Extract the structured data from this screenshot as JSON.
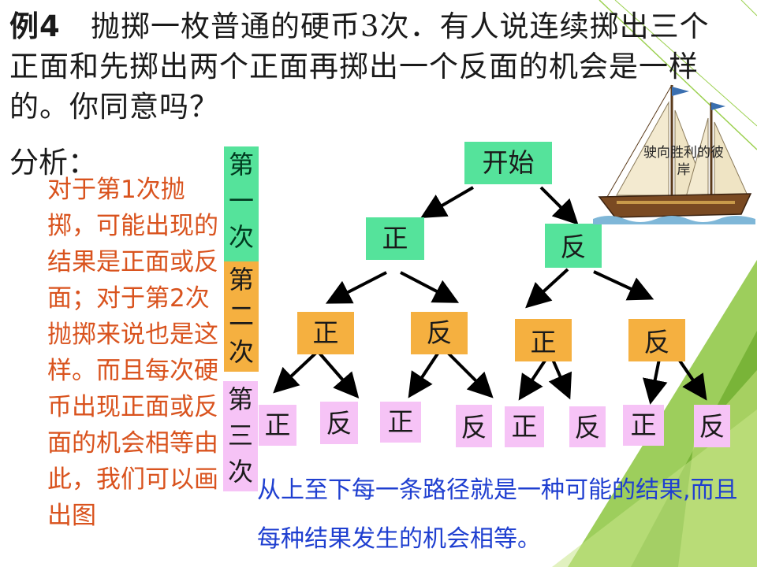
{
  "slide": {
    "example_label": "例4",
    "problem": "抛掷一枚普通的硬币3次．有人说连续掷出三个正面和先掷出两个正面再掷出一个反面的机会是一样的。你同意吗？",
    "analysis_label": "分析：",
    "analysis_text": "对于第1次抛掷，可能出现的结果是正面或反面；对于第2次抛掷来说也是这样。而且每次硬币出现正面或反面的机会相等由此，我们可以画出图",
    "levels": [
      "第一次",
      "第二次",
      "第三次"
    ],
    "tree": {
      "root": "开始",
      "level1": [
        "正",
        "反"
      ],
      "level2": [
        "正",
        "反",
        "正",
        "反"
      ],
      "level3": [
        "正",
        "反",
        "正",
        "反",
        "正",
        "反",
        "正",
        "反"
      ]
    },
    "conclusion": "从上至下每一条路径就是一种可能的结果,而且每种结果发生的机会相等。",
    "ship_caption": "驶向胜利的彼岸"
  },
  "colors": {
    "accent_green": "#8cc63f",
    "node_green": "#55e39b",
    "node_orange": "#f5b040",
    "node_pink": "#f6c3f6",
    "analysis_text": "#d9531e",
    "conclusion_text": "#1f3fd0"
  },
  "icons": [
    "sailing-ship-icon",
    "arrow-icon"
  ]
}
